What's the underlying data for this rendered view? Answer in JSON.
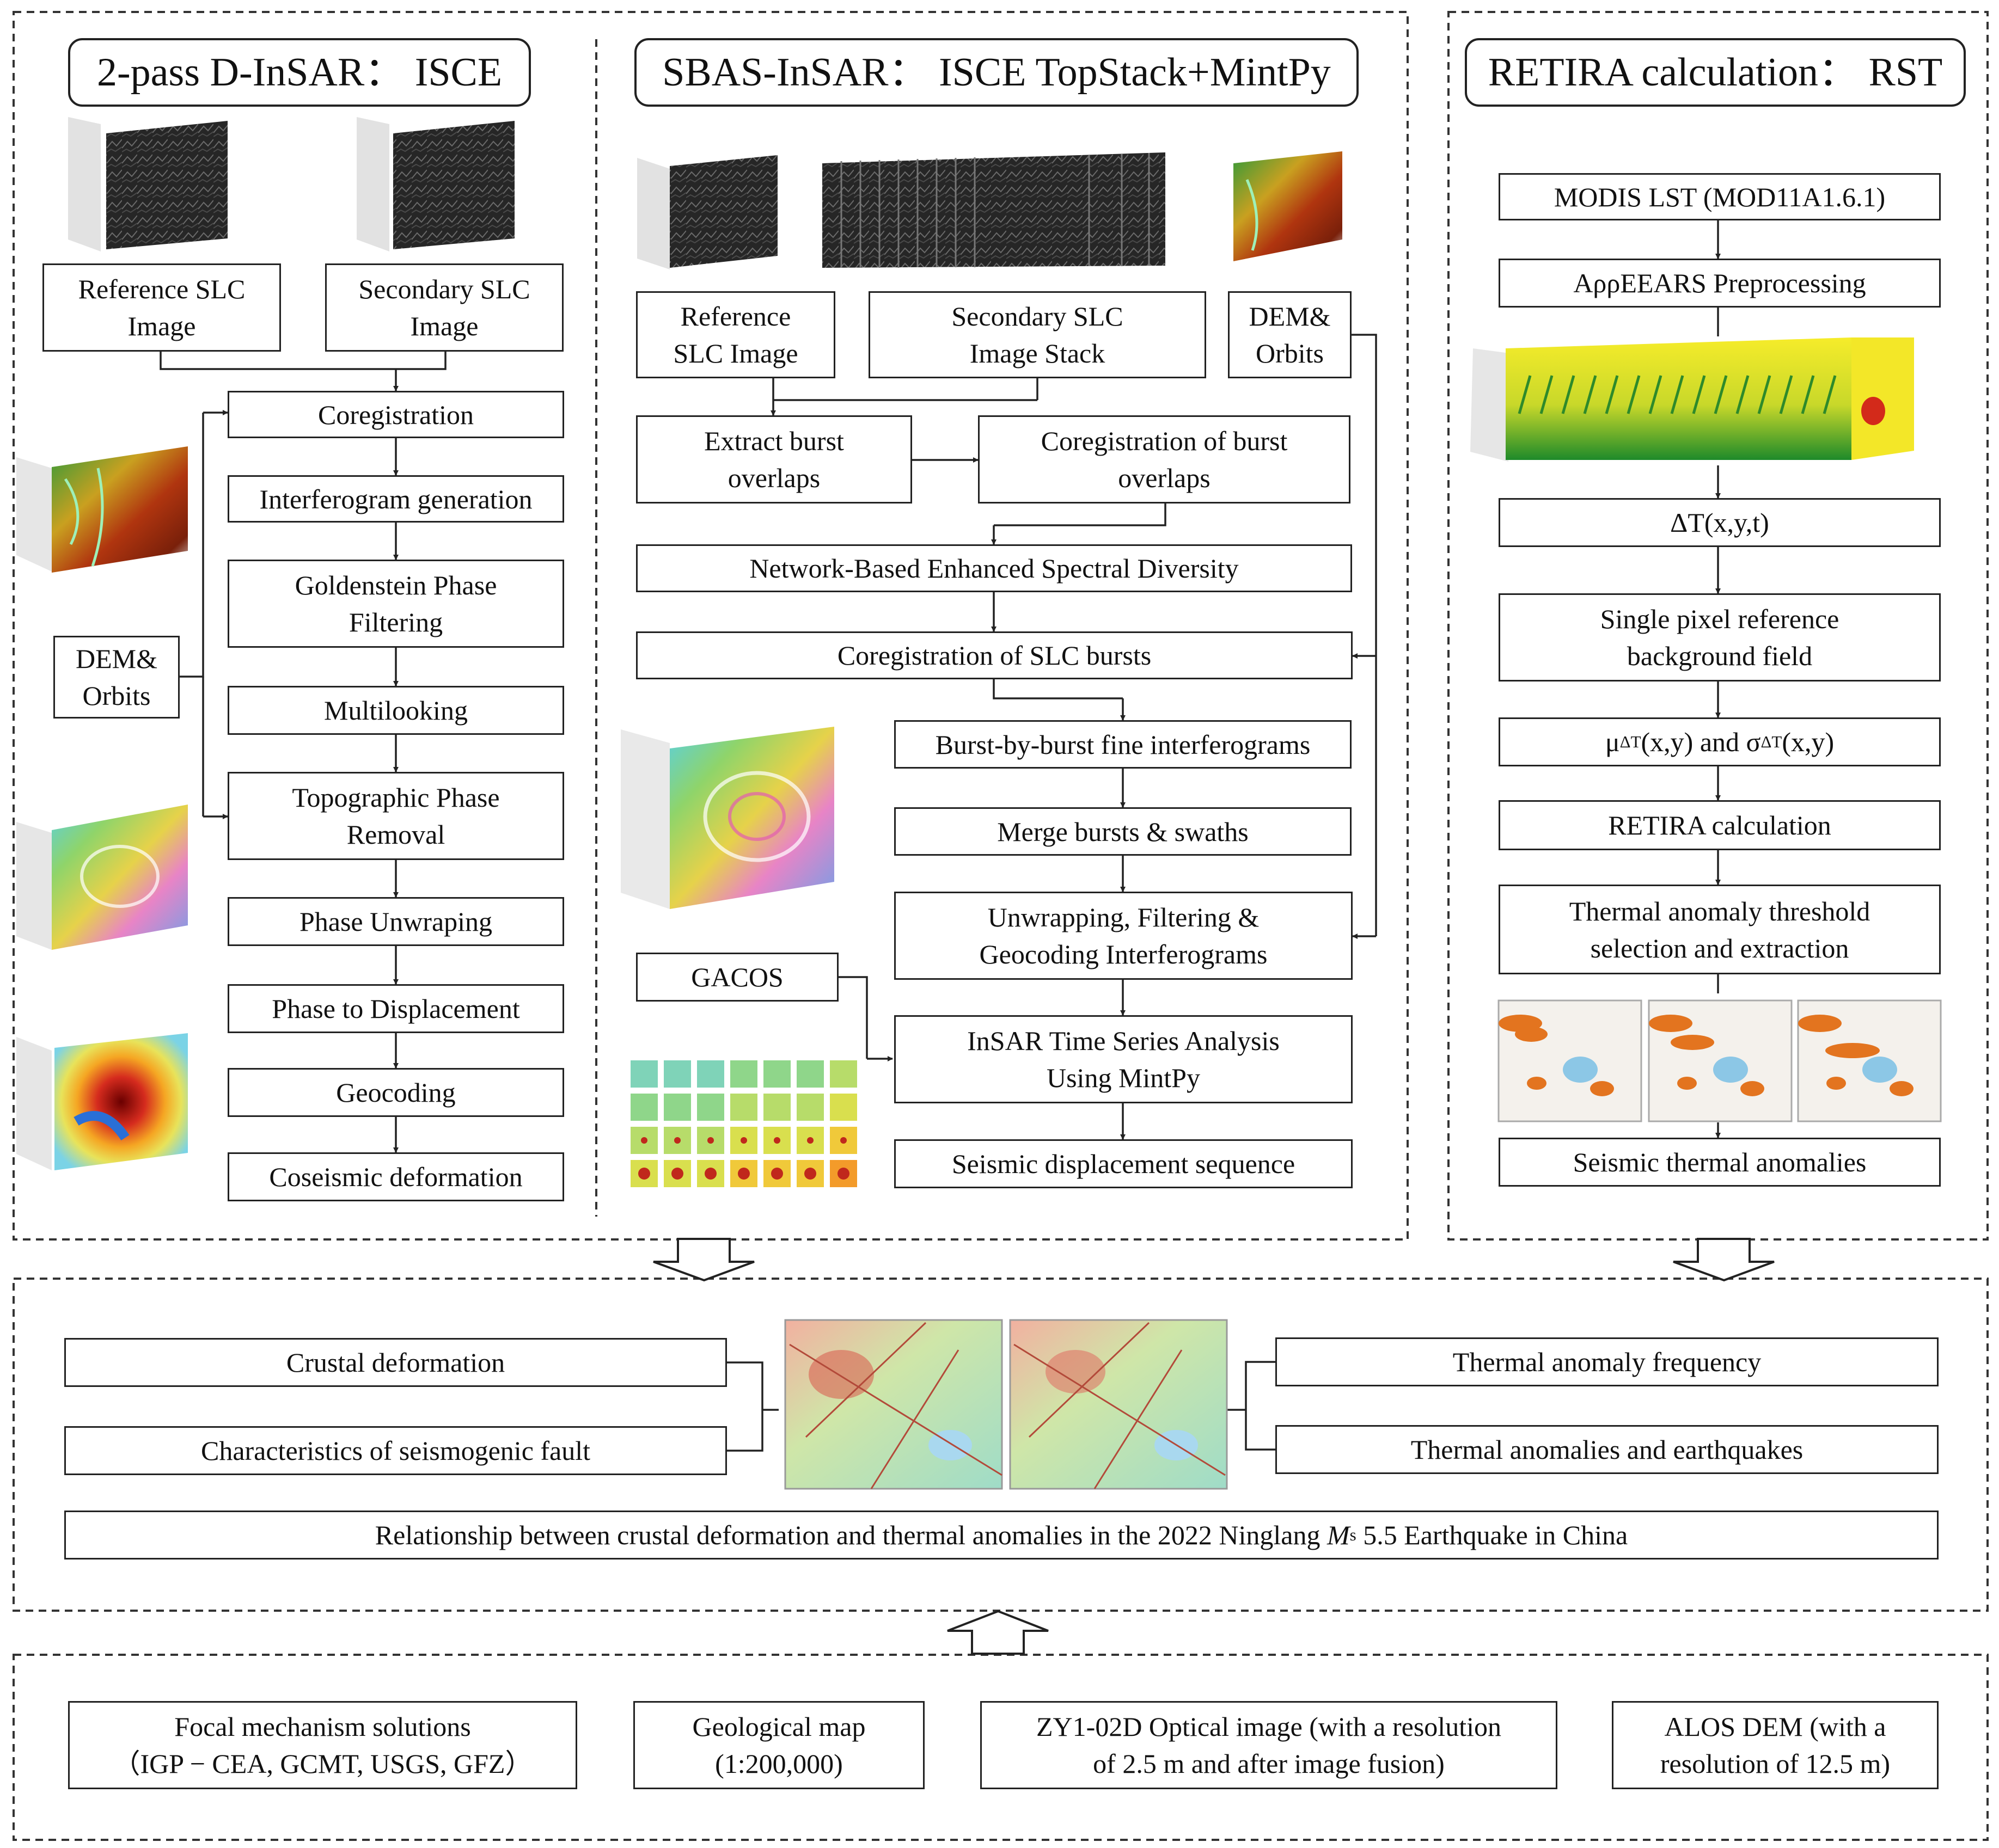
{
  "panels": {
    "dinsar": {
      "title": "2-pass D-InSAR：  ISCE",
      "reference_slc": "Reference SLC\nImage",
      "secondary_slc": "Secondary SLC\nImage",
      "dem_orbits": "DEM&\nOrbits",
      "steps": [
        "Coregistration",
        "Interferogram generation",
        "Goldenstein Phase\nFiltering",
        "Multilooking",
        "Topographic Phase\nRemoval",
        "Phase Unwraping",
        "Phase to Displacement",
        "Geocoding",
        "Coseismic deformation"
      ]
    },
    "sbas": {
      "title": "SBAS-InSAR：  ISCE TopStack+MintPy",
      "reference_slc": "Reference\nSLC Image",
      "secondary_stack": "Secondary SLC\nImage Stack",
      "dem_orbits": "DEM&\nOrbits",
      "extract_burst": "Extract burst\noverlaps",
      "coreg_burst_overlaps": "Coregistration of burst\noverlaps",
      "nesd": "Network-Based Enhanced Spectral Diversity",
      "coreg_slc_bursts": "Coregistration of SLC bursts",
      "fine_interferograms": "Burst-by-burst fine interferograms",
      "merge": "Merge bursts & swaths",
      "unwrapping": "Unwrapping, Filtering &\nGeocoding Interferograms",
      "gacos": "GACOS",
      "time_series": "InSAR Time Series Analysis\nUsing MintPy",
      "displacement_sequence": "Seismic displacement sequence"
    },
    "retira": {
      "title": "RETIRA calculation：  RST",
      "modis": "MODIS LST (MOD11A1.6.1)",
      "appeears": "AρρEEARS Preprocessing",
      "delta_t": "ΔT(x,y,t)",
      "background": "Single pixel reference\nbackground field",
      "mu_sigma": {
        "mu": "μ",
        "sub1": "ΔT",
        "mid": "(x,y) and σ",
        "sub2": "ΔT",
        "end": "(x,y)"
      },
      "retira_calc": "RETIRA calculation",
      "threshold": "Thermal anomaly threshold\nselection and extraction",
      "seismic_thermal": "Seismic thermal anomalies"
    }
  },
  "synthesis": {
    "crustal_deformation": "Crustal deformation",
    "seismogenic_fault": "Characteristics of seismogenic fault",
    "anomaly_frequency": "Thermal anomaly frequency",
    "anomalies_earthquakes": "Thermal anomalies and earthquakes",
    "relationship": {
      "before": "Relationship between crustal deformation and thermal anomalies in the 2022 Ninglang ",
      "m": "M",
      "sub": "s",
      "after": " 5.5 Earthquake in China"
    }
  },
  "sources": {
    "focal": "Focal mechanism solutions\n（IGP − CEA, GCMT, USGS, GFZ）",
    "geological": "Geological map\n(1:200,000)",
    "optical": "ZY1-02D Optical image (with a resolution\nof 2.5 m and after image fusion)",
    "dem": "ALOS DEM (with a\nresolution of 12.5 m)"
  },
  "colors": {
    "line": "#222222",
    "sar_gray": "#2a2a2a",
    "dem_red": "#b0350f",
    "dem_green": "#2f9a3a",
    "thermal_yellow": "#f2e21c",
    "thermal_orange": "#e3741f",
    "lake_blue": "#8cc7e6"
  },
  "icons": [
    "sar-image-icon",
    "dem-map-icon",
    "interferogram-icon",
    "deformation-map-icon",
    "thermal-cube-icon",
    "thermal-map-icon",
    "down-arrow-icon",
    "up-arrow-icon"
  ]
}
